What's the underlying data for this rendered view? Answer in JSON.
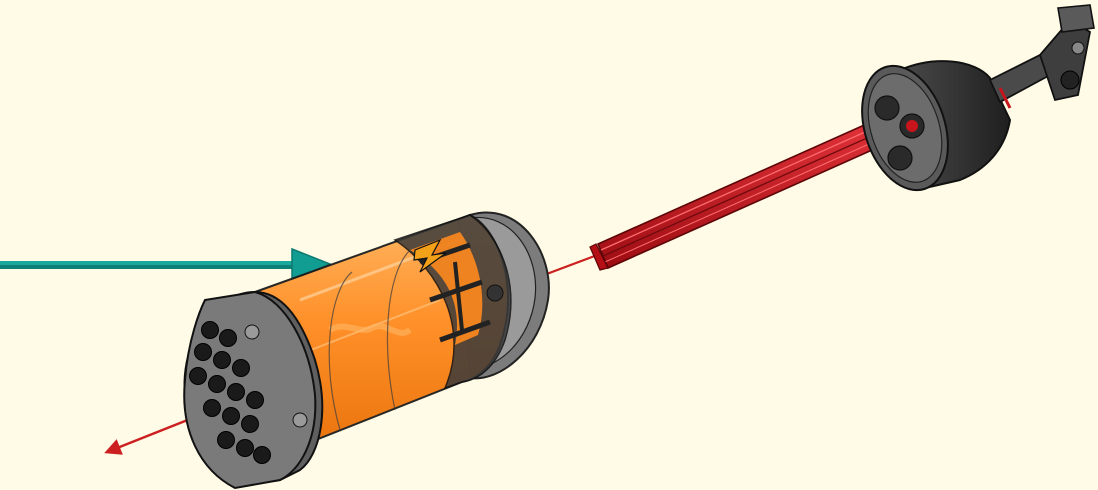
{
  "scene": {
    "background": "#fffbe6",
    "callout_arrow_color": "#119d92",
    "axis_line_color": "#cc1f1f",
    "axle_color": "#c8151b",
    "barrel_color": "#ff8a1e",
    "barrel_band_color": "#3b3b3b",
    "end_cap_color": "#6b6b6b",
    "cone_color": "#2f2f2f",
    "connector_color": "#4a4a4a",
    "badge_color": "#f4a11a"
  },
  "parts": [
    {
      "name": "grey-end-cap",
      "icon": "cylinder-end-cap-icon"
    },
    {
      "name": "orange-transparent-barrel",
      "icon": "cylinder-barrel-icon"
    },
    {
      "name": "red-axle",
      "icon": "axle-icon"
    },
    {
      "name": "dark-grey-cone",
      "icon": "cone-icon"
    },
    {
      "name": "angled-connector",
      "icon": "angled-connector-icon"
    }
  ]
}
